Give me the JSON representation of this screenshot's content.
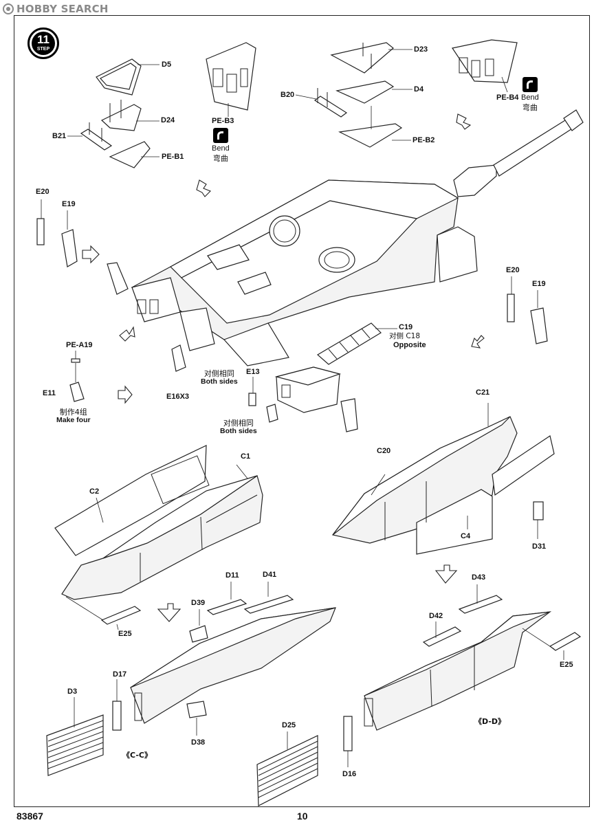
{
  "watermark": "HOBBY SEARCH",
  "step": {
    "number": "11",
    "label": "STEP"
  },
  "bend": {
    "en": "Bend",
    "cn": "弯曲"
  },
  "parts": {
    "d5": "D5",
    "d24": "D24",
    "b21": "B21",
    "pe_b1": "PE-B1",
    "pe_b3": "PE-B3",
    "d23": "D23",
    "b20": "B20",
    "d4": "D4",
    "pe_b2": "PE-B2",
    "pe_b4": "PE-B4",
    "e20_l": "E20",
    "e19_l": "E19",
    "e20_r": "E20",
    "e19_r": "E19",
    "c19": "C19",
    "c18": "对侧 C18",
    "opposite": "Opposite",
    "pe_a19": "PE-A19",
    "e11": "E11",
    "e16": "E16X3",
    "e13": "E13",
    "c21": "C21",
    "c20": "C20",
    "c4": "C4",
    "d31": "D31",
    "c1": "C1",
    "c2": "C2",
    "e25_l": "E25",
    "e25_r": "E25",
    "d11": "D11",
    "d41": "D41",
    "d39": "D39",
    "d43": "D43",
    "d42": "D42",
    "d17": "D17",
    "d3": "D3",
    "d38": "D38",
    "d25": "D25",
    "d16": "D16"
  },
  "notes": {
    "both_sides_cn": "对侧相同",
    "both_sides_en": "Both sides",
    "make_four_cn": "制作4组",
    "make_four_en": "Make four"
  },
  "sections": {
    "cc": "《C-C》",
    "dd": "《D-D》"
  },
  "footer": {
    "model_number": "83867",
    "page_number": "10"
  }
}
